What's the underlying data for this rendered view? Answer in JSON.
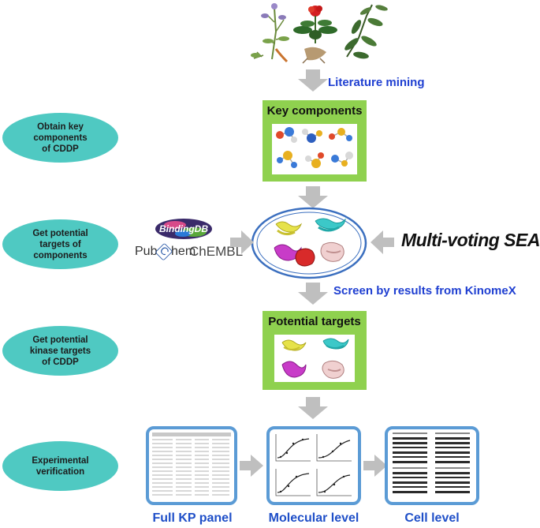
{
  "steps": {
    "literature_mining": "Literature mining",
    "key_components": "Key components",
    "screen_kinomex": "Screen by results from KinomeX",
    "potential_targets": "Potential targets"
  },
  "left_ovals": [
    "Obtain key\ncomponents\nof CDDP",
    "Get potential\ntargets of\ncomponents",
    "Get potential\nkinase targets\nof CDDP",
    "Experimental\nverification"
  ],
  "databases": {
    "bindingdb": "BindingDB",
    "pubchem_pre": "Pub",
    "pubchem_c": "C",
    "pubchem_post": "hem",
    "chembl": "ChEMBL"
  },
  "method": "Multi-voting SEA",
  "bottom_labels": [
    "Full KP panel",
    "Molecular level",
    "Cell level"
  ],
  "colors": {
    "oval": "#4fc9c2",
    "green_box": "#8fd14f",
    "arrow": "#bfbfbf",
    "blue_text": "#1f3fd1",
    "panel_border": "#5b9bd5"
  }
}
